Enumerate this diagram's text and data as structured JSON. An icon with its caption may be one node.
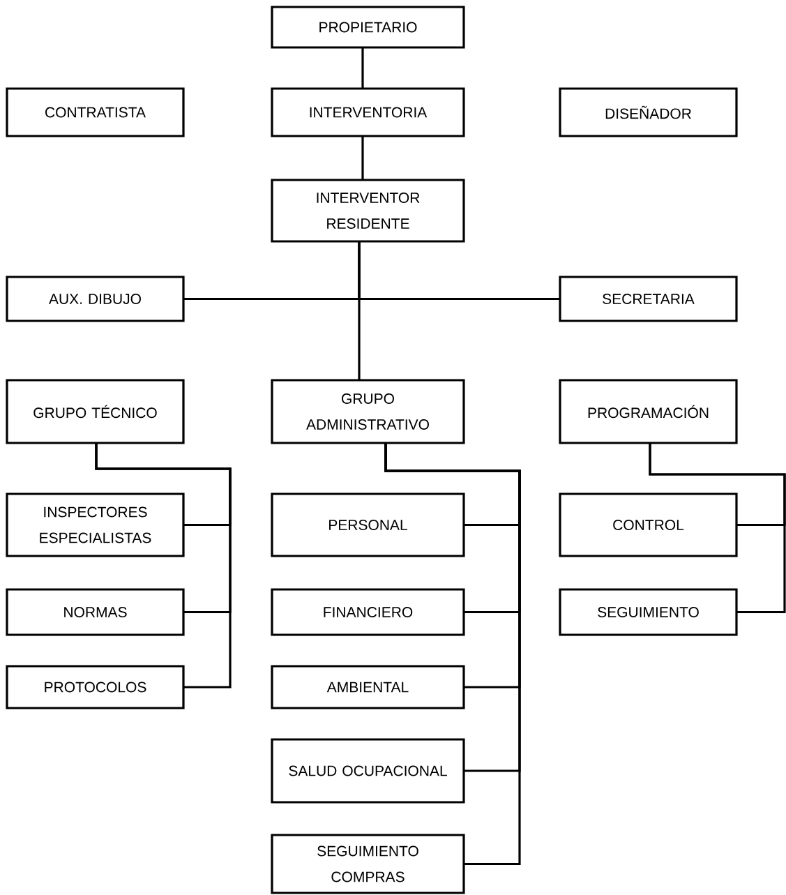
{
  "diagram": {
    "nodes": [
      {
        "text": [
          "PROPIETARIO"
        ]
      },
      {
        "text": [
          "CONTRATISTA"
        ]
      },
      {
        "text": [
          "INTERVENTORIA"
        ]
      },
      {
        "text": [
          "DISEÑADOR"
        ]
      },
      {
        "text": [
          "INTERVENTOR RESIDENTE"
        ]
      },
      {
        "text": [
          "AUX. DIBUJO"
        ]
      },
      {
        "text": [
          "SECRETARIA"
        ]
      },
      {
        "text": [
          "GRUPO TÉCNICO"
        ]
      },
      {
        "text": [
          "GRUPO ADMINISTRATIVO"
        ]
      },
      {
        "text": [
          "PROGRAMACIÓN"
        ]
      },
      {
        "text": [
          "INSPECTORES ESPECIALISTAS"
        ]
      },
      {
        "text": [
          "PERSONAL"
        ]
      },
      {
        "text": [
          "CONTROL"
        ]
      },
      {
        "text": [
          "NORMAS"
        ]
      },
      {
        "text": [
          "FINANCIERO"
        ]
      },
      {
        "text": [
          "SEGUIMIENTO"
        ]
      },
      {
        "text": [
          "PROTOCOLOS"
        ]
      },
      {
        "text": [
          "AMBIENTAL"
        ]
      },
      {
        "text": [
          "SALUD OCUPACIONAL"
        ]
      },
      {
        "text": [
          "SEGUIMIENTO COMPRAS"
        ]
      }
    ],
    "edges": [
      {
        "from": 0,
        "to": 2,
        "arrow": "none"
      },
      {
        "from": 2,
        "to": 4,
        "arrow": "none"
      },
      {
        "from": 4,
        "to": 5,
        "arrow": "none"
      },
      {
        "from": 4,
        "to": 6,
        "arrow": "none"
      },
      {
        "from": 4,
        "to": 8,
        "arrow": "none"
      },
      {
        "from": 7,
        "to": 10,
        "arrow": "none"
      },
      {
        "from": 7,
        "to": 13,
        "arrow": "none"
      },
      {
        "from": 7,
        "to": 16,
        "arrow": "none"
      },
      {
        "from": 8,
        "to": 11,
        "arrow": "none"
      },
      {
        "from": 8,
        "to": 14,
        "arrow": "none"
      },
      {
        "from": 8,
        "to": 17,
        "arrow": "none"
      },
      {
        "from": 8,
        "to": 18,
        "arrow": "none"
      },
      {
        "from": 8,
        "to": 19,
        "arrow": "none"
      },
      {
        "from": 9,
        "to": 12,
        "arrow": "none"
      },
      {
        "from": 9,
        "to": 15,
        "arrow": "none"
      }
    ]
  }
}
